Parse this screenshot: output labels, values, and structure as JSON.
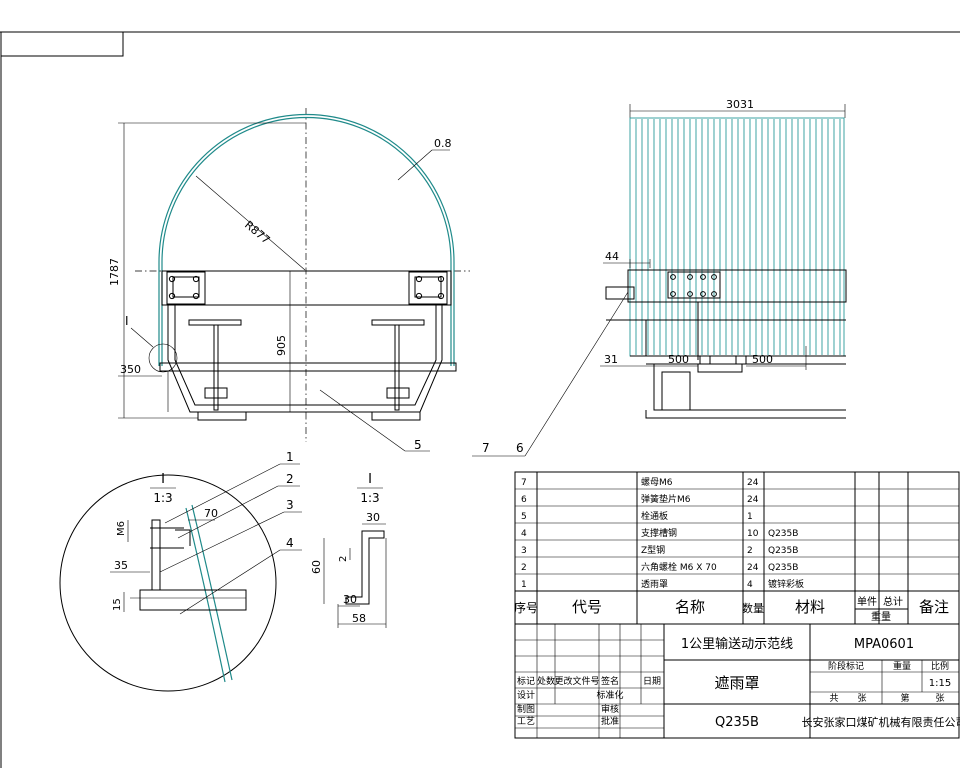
{
  "front_view": {
    "dimensions": {
      "overall_height": "1787",
      "radius": "R877",
      "thickness": "0.8",
      "inner_height": "905",
      "side_offset": "350"
    },
    "detail_marker": "I",
    "balloon_part": "5"
  },
  "side_view": {
    "dimensions": {
      "overall_length": "3031",
      "bolt_offset": "44",
      "edge_offset": "31",
      "spacing_a": "500",
      "spacing_b": "500"
    },
    "balloons": [
      "7",
      "6"
    ]
  },
  "detail_1": {
    "title": "I",
    "scale": "1:3",
    "dimensions": {
      "bolt": "M6",
      "length_70": "70",
      "d35": "35",
      "d15": "15"
    },
    "balloons": [
      "1",
      "2",
      "3",
      "4"
    ]
  },
  "detail_2": {
    "title": "I",
    "scale": "1:3",
    "dimensions": {
      "top_flange": "30",
      "height": "60",
      "small": "2",
      "bottom_flange": "30",
      "width": "58"
    }
  },
  "parts_list": {
    "rows": [
      {
        "no": "7",
        "code": "",
        "name": "螺母M6",
        "qty": "24",
        "material": "",
        "note": ""
      },
      {
        "no": "6",
        "code": "",
        "name": "弹簧垫片M6",
        "qty": "24",
        "material": "",
        "note": ""
      },
      {
        "no": "5",
        "code": "",
        "name": "栓通板",
        "qty": "1",
        "material": "",
        "note": ""
      },
      {
        "no": "4",
        "code": "",
        "name": "支撑槽钢",
        "qty": "10",
        "material": "Q235B",
        "note": ""
      },
      {
        "no": "3",
        "code": "",
        "name": "Z型钢",
        "qty": "2",
        "material": "Q235B",
        "note": ""
      },
      {
        "no": "2",
        "code": "",
        "name": "六角螺栓 M6 X 70",
        "qty": "24",
        "material": "Q235B",
        "note": ""
      },
      {
        "no": "1",
        "code": "",
        "name": "透雨罩",
        "qty": "4",
        "material": "镀锌彩板",
        "note": ""
      }
    ],
    "headers": {
      "no": "序号",
      "code": "代号",
      "name": "名称",
      "qty": "数量",
      "material": "材料",
      "unit": "单件",
      "total": "总计",
      "weight": "重量",
      "note": "备注"
    }
  },
  "title_block": {
    "project": "1公里输送动示范线",
    "drawing_no": "MPA0601",
    "part_name": "遮雨罩",
    "material": "Q235B",
    "company": "长安张家口煤矿机械有限责任公司",
    "scale": "1:15",
    "labels": {
      "mark": "标记",
      "count": "处数",
      "change_file": "更改文件号",
      "signature": "签名",
      "date": "日期",
      "design": "设计",
      "standardization": "标准化",
      "drafter": "制图",
      "review": "审核",
      "process": "工艺",
      "approve": "批准",
      "stage_mark": "阶段标记",
      "weight": "重量",
      "ratio": "比例",
      "total": "共",
      "sheet": "张",
      "first": "第"
    }
  }
}
